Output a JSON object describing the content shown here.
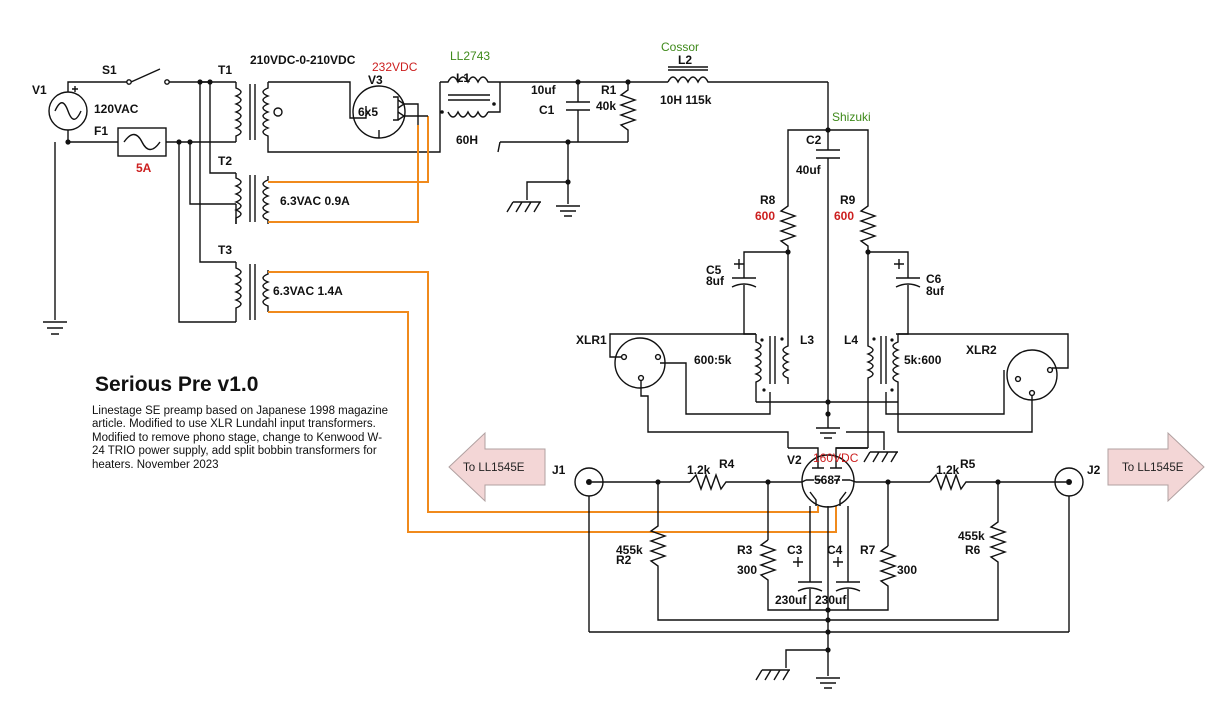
{
  "title": "Serious Pre v1.0",
  "description": [
    "Linestage SE preamp based on Japanese 1998 magazine article. Modified to use XLR Lundahl input transformers.",
    "Modified to remove phono stage, change to Kenwood W-24 TRIO power supply, add split bobbin transformers for heaters. November 2023"
  ],
  "components": {
    "V1": {
      "ref": "V1",
      "value": "120VAC"
    },
    "S1": {
      "ref": "S1"
    },
    "F1": {
      "ref": "F1",
      "value": "5A"
    },
    "T1": {
      "ref": "T1",
      "value": "210VDC-0-210VDC"
    },
    "T2": {
      "ref": "T2",
      "value": "6.3VAC 0.9A"
    },
    "T3": {
      "ref": "T3",
      "value": "6.3VAC 1.4A"
    },
    "V3": {
      "ref": "V3",
      "value": "6x5",
      "note": "232VDC"
    },
    "L1": {
      "ref": "L1",
      "value": "60H",
      "brand": "LL2743"
    },
    "C1": {
      "ref": "C1",
      "value": "10uf"
    },
    "R1": {
      "ref": "R1",
      "value": "40k"
    },
    "L2": {
      "ref": "L2",
      "value": "10H 115k",
      "brand": "Cossor"
    },
    "C2": {
      "ref": "C2",
      "value": "40uf",
      "brand": "Shizuki"
    },
    "R8": {
      "ref": "R8",
      "value": "600"
    },
    "R9": {
      "ref": "R9",
      "value": "600"
    },
    "C5": {
      "ref": "C5",
      "value": "8uf"
    },
    "C6": {
      "ref": "C6",
      "value": "8uf"
    },
    "XLR1": {
      "ref": "XLR1"
    },
    "XLR2": {
      "ref": "XLR2"
    },
    "L3": {
      "ref": "L3",
      "value": "600:5k"
    },
    "L4": {
      "ref": "L4",
      "value": "5k:600"
    },
    "V2": {
      "ref": "V2",
      "value": "5687",
      "note": "160VDC"
    },
    "J1": {
      "ref": "J1"
    },
    "J2": {
      "ref": "J2"
    },
    "R4": {
      "ref": "R4",
      "value": "1.2k"
    },
    "R5": {
      "ref": "R5",
      "value": "1.2k"
    },
    "R2": {
      "ref": "R2",
      "value": "455k"
    },
    "R6": {
      "ref": "R6",
      "value": "455k"
    },
    "R3": {
      "ref": "R3",
      "value": "300"
    },
    "R7": {
      "ref": "R7",
      "value": "300"
    },
    "C3": {
      "ref": "C3",
      "value": "230uf"
    },
    "C4": {
      "ref": "C4",
      "value": "230uf"
    }
  },
  "outputs": {
    "left": "To LL1545E",
    "right": "To LL1545E"
  },
  "colors": {
    "wire": "#111111",
    "heater_wire": "#f08a1c",
    "note_red": "#cc1f1f",
    "brand_green": "#3f8a1b",
    "arrow_fill": "#f3d6d6"
  }
}
